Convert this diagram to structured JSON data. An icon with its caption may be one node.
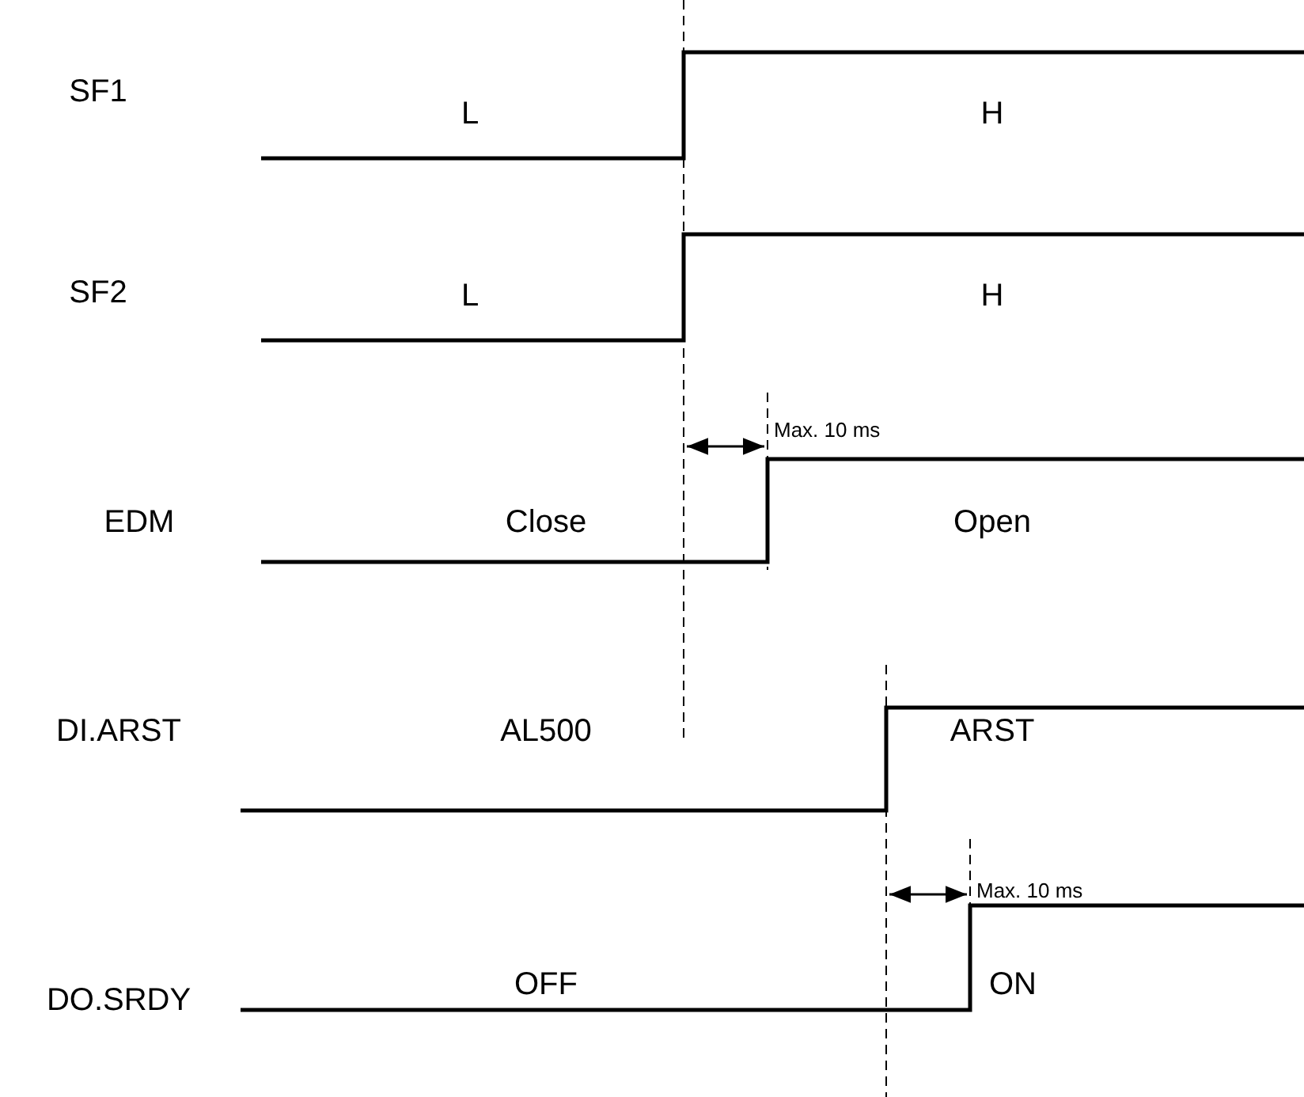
{
  "diagram": {
    "labels": [
      "SF1",
      "L",
      "H",
      "SF2",
      "L",
      "H",
      "Max. 10 ms",
      "EDM",
      "Close",
      "Open",
      "DI.ARST",
      "AL500",
      "ARST",
      "Max. 10 ms",
      "DO.SRDY",
      "OFF",
      "ON"
    ]
  }
}
